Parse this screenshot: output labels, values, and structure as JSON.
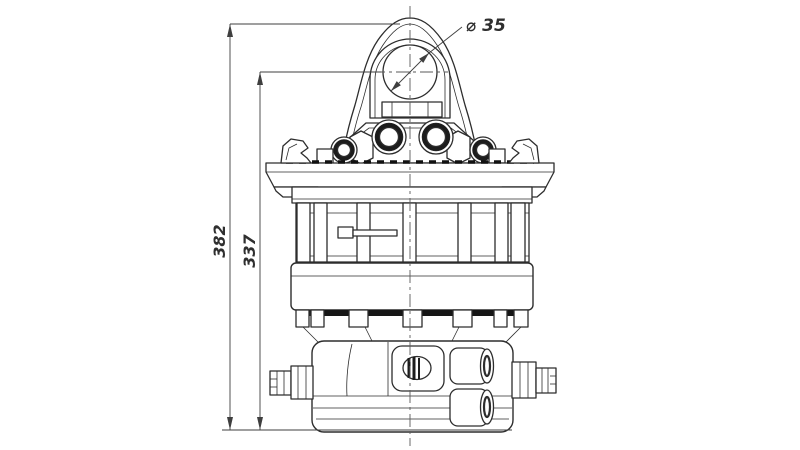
{
  "drawing": {
    "background": "#ffffff",
    "line_color": "#2d2d2d",
    "dimension_color": "#3f3f3f",
    "labels": {
      "overall_height": "382",
      "upper_section_height": "337",
      "eye_hole_diameter": "⌀ 35"
    }
  }
}
